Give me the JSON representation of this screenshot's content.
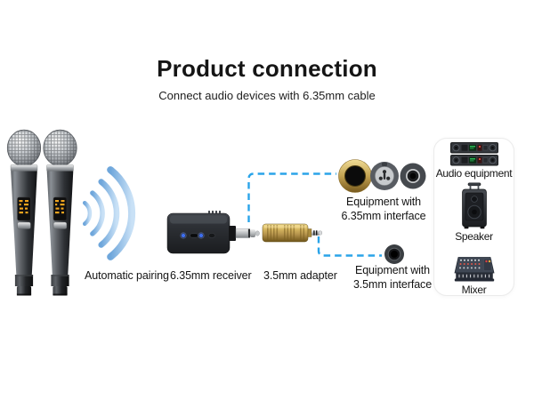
{
  "header": {
    "title": "Product connection",
    "subtitle": "Connect audio devices with 6.35mm cable"
  },
  "diagram": {
    "pairing_label": "Automatic pairing",
    "receiver_label": "6.35mm receiver",
    "adapter_label": "3.5mm adapter",
    "equipment_635_label": "Equipment with\n6.35mm interface",
    "equipment_35_label": "Equipment with\n3.5mm interface",
    "icons": {
      "microphones": "wireless-handheld-microphone-icon",
      "signal": "wireless-signal-waves-icon",
      "receiver": "receiver-device-icon",
      "adapter": "gold-3-5mm-adapter-icon",
      "jack_gold": "6-35mm-gold-jack-icon",
      "jack_combo": "combo-xlr-jack-icon",
      "jack_socket": "6-35mm-socket-icon",
      "jack_35": "3-5mm-socket-icon"
    }
  },
  "panel": {
    "items": [
      {
        "label": "Audio equipment",
        "icon": "rack-amplifier-icon"
      },
      {
        "label": "Speaker",
        "icon": "portable-speaker-icon"
      },
      {
        "label": "Mixer",
        "icon": "mixer-console-icon"
      }
    ]
  },
  "colors": {
    "accent_blue": "#2aa4e9",
    "wave_blue": "#8fbde9",
    "gold": "#c9a54b",
    "text": "#161616"
  }
}
